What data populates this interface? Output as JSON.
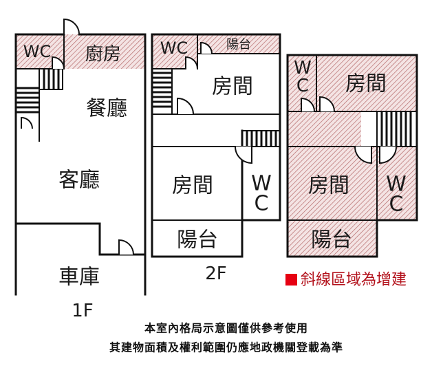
{
  "colors": {
    "hatch_background": "#f4e4e4",
    "hatch_line": "#b56a6a",
    "wall": "#111111",
    "legend_swatch": "#e60012",
    "legend_text": "#b3121c"
  },
  "floor_1": {
    "label": "1F",
    "wc": "WC",
    "kitchen": "廚房",
    "dining_room": "餐廳",
    "living_room": "客廳",
    "garage": "車庫"
  },
  "floor_2": {
    "label": "2F",
    "wc_top": "WC",
    "balcony_top": "陽台",
    "room_upper": "房間",
    "room_lower": "房間",
    "wc_side": [
      "W",
      "C"
    ],
    "balcony_bottom": "陽台"
  },
  "floor_3": {
    "wc_left": [
      "W",
      "C"
    ],
    "room_upper": "房間",
    "room_lower": "房間",
    "wc_right": [
      "W",
      "C"
    ],
    "balcony": "陽台"
  },
  "legend": {
    "text": "斜線區域為增建"
  },
  "disclaimer": [
    "本室內格局示意圖僅供參考使用",
    "其建物面積及權利範圍仍應地政機關登載為準"
  ]
}
